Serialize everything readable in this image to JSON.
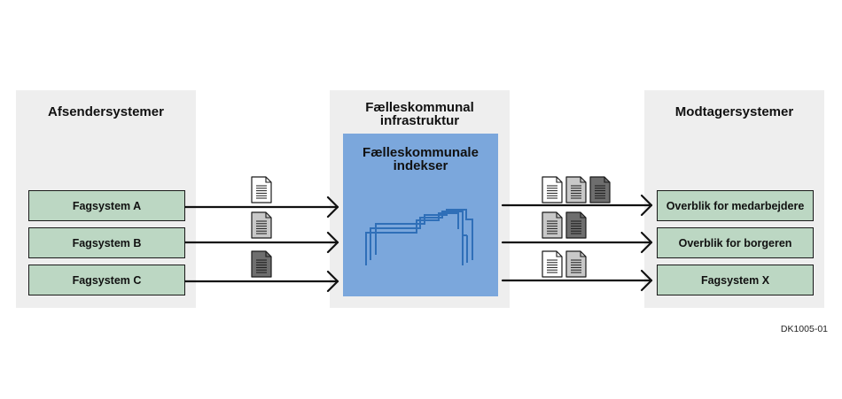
{
  "sender_panel": {
    "title": "Afsendersystemer",
    "systems": [
      "Fagsystem A",
      "Fagsystem B",
      "Fagsystem C"
    ]
  },
  "infrastructure_panel": {
    "title_line1": "Fælleskommunal",
    "title_line2": "infrastruktur",
    "index_box": {
      "title_line1": "Fælleskommunale",
      "title_line2": "indekser"
    }
  },
  "receiver_panel": {
    "title": "Modtagersystemer",
    "systems": [
      "Overblik for medarbejdere",
      "Overblik for borgeren",
      "Fagsystem X"
    ]
  },
  "document_icons": {
    "incoming": [
      [
        "white"
      ],
      [
        "light-gray"
      ],
      [
        "dark-gray"
      ]
    ],
    "outgoing": [
      [
        "white",
        "light-gray",
        "dark-gray"
      ],
      [
        "light-gray",
        "dark-gray"
      ],
      [
        "white",
        "light-gray"
      ]
    ]
  },
  "colors": {
    "panel_bg": "#eeeeee",
    "system_box": "#bcd7c3",
    "index_box": "#7ba7dc",
    "index_icon": "#2f6fb8",
    "doc_white": "#ffffff",
    "doc_light_gray": "#c8c8c8",
    "doc_dark_gray": "#6e6e6e"
  },
  "diagram_code": "DK1005-01"
}
